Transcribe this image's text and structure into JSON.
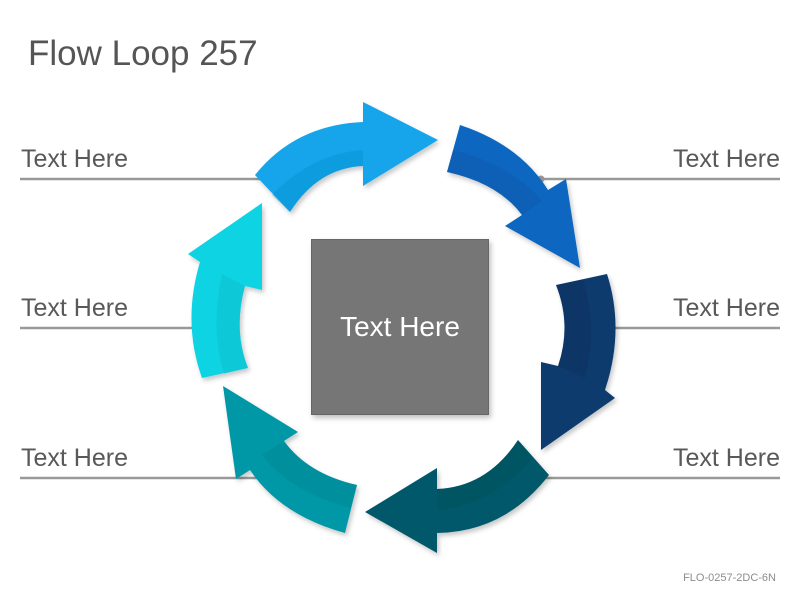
{
  "title": "Flow Loop 257",
  "center": {
    "label": "Text Here"
  },
  "labels": [
    {
      "id": "left-1",
      "text": "Text Here"
    },
    {
      "id": "left-2",
      "text": "Text Here"
    },
    {
      "id": "left-3",
      "text": "Text Here"
    },
    {
      "id": "right-1",
      "text": "Text Here"
    },
    {
      "id": "right-2",
      "text": "Text Here"
    },
    {
      "id": "right-3",
      "text": "Text Here"
    }
  ],
  "arrows": [
    {
      "id": "top",
      "color": "#12a4ea",
      "shade": "#0d8ec9"
    },
    {
      "id": "upper-right",
      "color": "#0966bf",
      "shade": "#0855a3"
    },
    {
      "id": "lower-right",
      "color": "#0b3a6e",
      "shade": "#082d57"
    },
    {
      "id": "bottom",
      "color": "#04596a",
      "shade": "#034a58"
    },
    {
      "id": "lower-left",
      "color": "#0698a7",
      "shade": "#05808d"
    },
    {
      "id": "upper-left",
      "color": "#0ad3e2",
      "shade": "#08b7c6"
    }
  ],
  "leader_line_color": "#999999",
  "footer_code": "FLO-0257-2DC-6N"
}
